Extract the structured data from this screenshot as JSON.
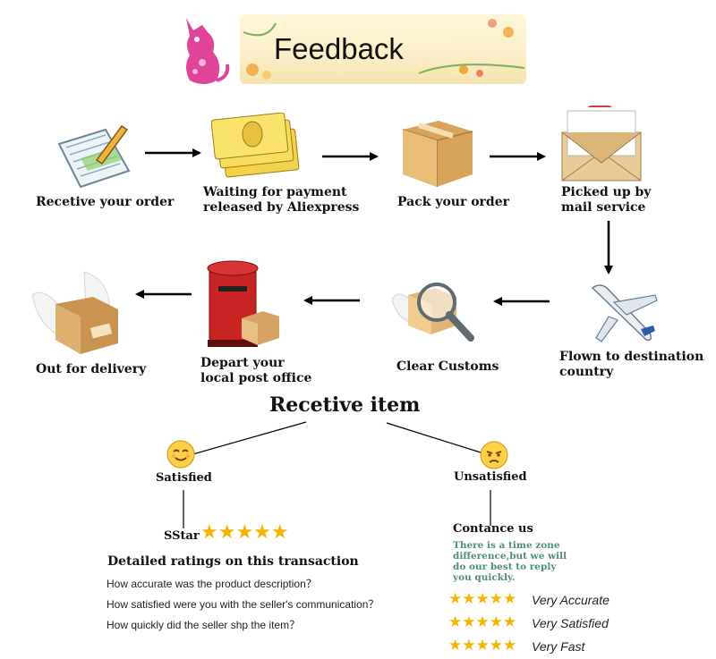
{
  "header": {
    "title": "Feedback"
  },
  "steps": [
    {
      "label": "Recetive your order",
      "icon": "order-form-icon"
    },
    {
      "label": "Waiting for payment\nreleased by Aliexpress",
      "icon": "money-icon"
    },
    {
      "label": "Pack your order",
      "icon": "box-icon"
    },
    {
      "label": "Picked up by\nmail service",
      "icon": "envelope-icon"
    },
    {
      "label": "Flown to destination\ncountry",
      "icon": "airplane-icon"
    },
    {
      "label": "Clear Customs",
      "icon": "magnifier-box-icon"
    },
    {
      "label": "Depart your\nlocal post office",
      "icon": "post-box-icon"
    },
    {
      "label": "Out for delivery",
      "icon": "winged-box-icon"
    }
  ],
  "receive": {
    "title": "Recetive item",
    "satisfied": "Satisfied",
    "unsatisfied": "Unsatisfied"
  },
  "rating": {
    "sstar_label": "SStar",
    "stars": "★★★★★",
    "detailed_title": "Detailed ratings on this transaction",
    "questions": [
      "How accurate was the product description？",
      "How satisfied were you with the seller's communication？",
      "How quickly did the seller shp the item？"
    ]
  },
  "contact": {
    "title": "Contance us",
    "message": "There is a time zone\ndifference,but we will\ndo  our best to reply\nyou quickly.",
    "ratings": [
      {
        "stars": "★★★★★",
        "label": "Very Accurate"
      },
      {
        "stars": "★★★★★",
        "label": "Very Satisfied"
      },
      {
        "stars": "★★★★★",
        "label": "Very Fast"
      }
    ]
  },
  "colors": {
    "star": "#f5b400",
    "contact_text": "#4f8f76",
    "banner": "#fbefc9"
  }
}
